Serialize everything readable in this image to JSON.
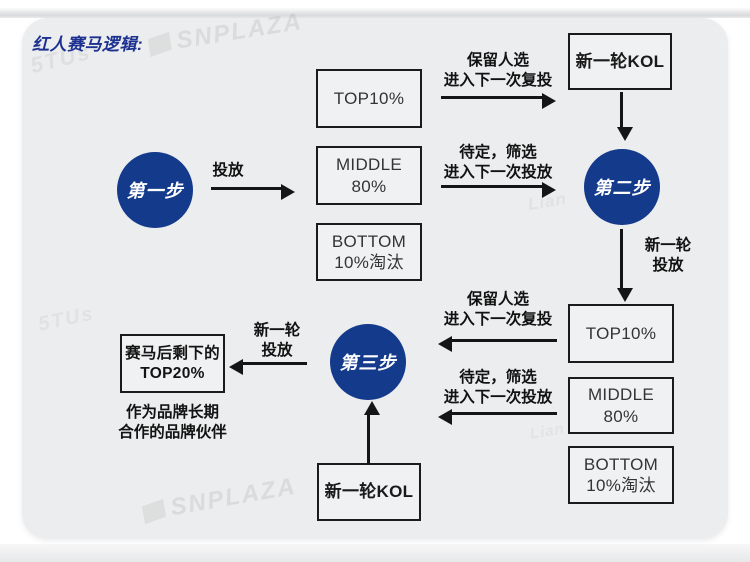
{
  "title": "红人赛马逻辑:",
  "colors": {
    "accent_blue": "#1c3190",
    "circle_blue": "#143a8c",
    "card_bg": "#ecedee",
    "box_border": "#1b1b1b"
  },
  "watermarks": {
    "brand": "SNPLAZA",
    "corner": "5TUs",
    "faint": "Lian"
  },
  "round1": {
    "step": "第一步",
    "action": "投放",
    "tiers": [
      {
        "line1": "TOP10%",
        "line2": ""
      },
      {
        "line1": "MIDDLE",
        "line2": "80%"
      },
      {
        "line1": "BOTTOM",
        "line2": "10%淘汰"
      }
    ],
    "keep": {
      "line1": "保留人选",
      "line2": "进入下一次复投"
    },
    "pending": {
      "line1": "待定，筛选",
      "line2": "进入下一次投放"
    },
    "new_kol": "新一轮KOL"
  },
  "round2": {
    "step": "第二步",
    "action": {
      "line1": "新一轮",
      "line2": "投放"
    },
    "tiers": [
      {
        "line1": "TOP10%",
        "line2": ""
      },
      {
        "line1": "MIDDLE",
        "line2": "80%"
      },
      {
        "line1": "BOTTOM",
        "line2": "10%淘汰"
      }
    ],
    "keep": {
      "line1": "保留人选",
      "line2": "进入下一次复投"
    },
    "pending": {
      "line1": "待定，筛选",
      "line2": "进入下一次投放"
    }
  },
  "round3": {
    "step": "第三步",
    "action": {
      "line1": "新一轮",
      "line2": "投放"
    },
    "new_kol": "新一轮KOL",
    "result": {
      "line1": "赛马后剩下的",
      "line2": "TOP20%"
    },
    "note": {
      "line1": "作为品牌长期",
      "line2": "合作的品牌伙伴"
    }
  }
}
